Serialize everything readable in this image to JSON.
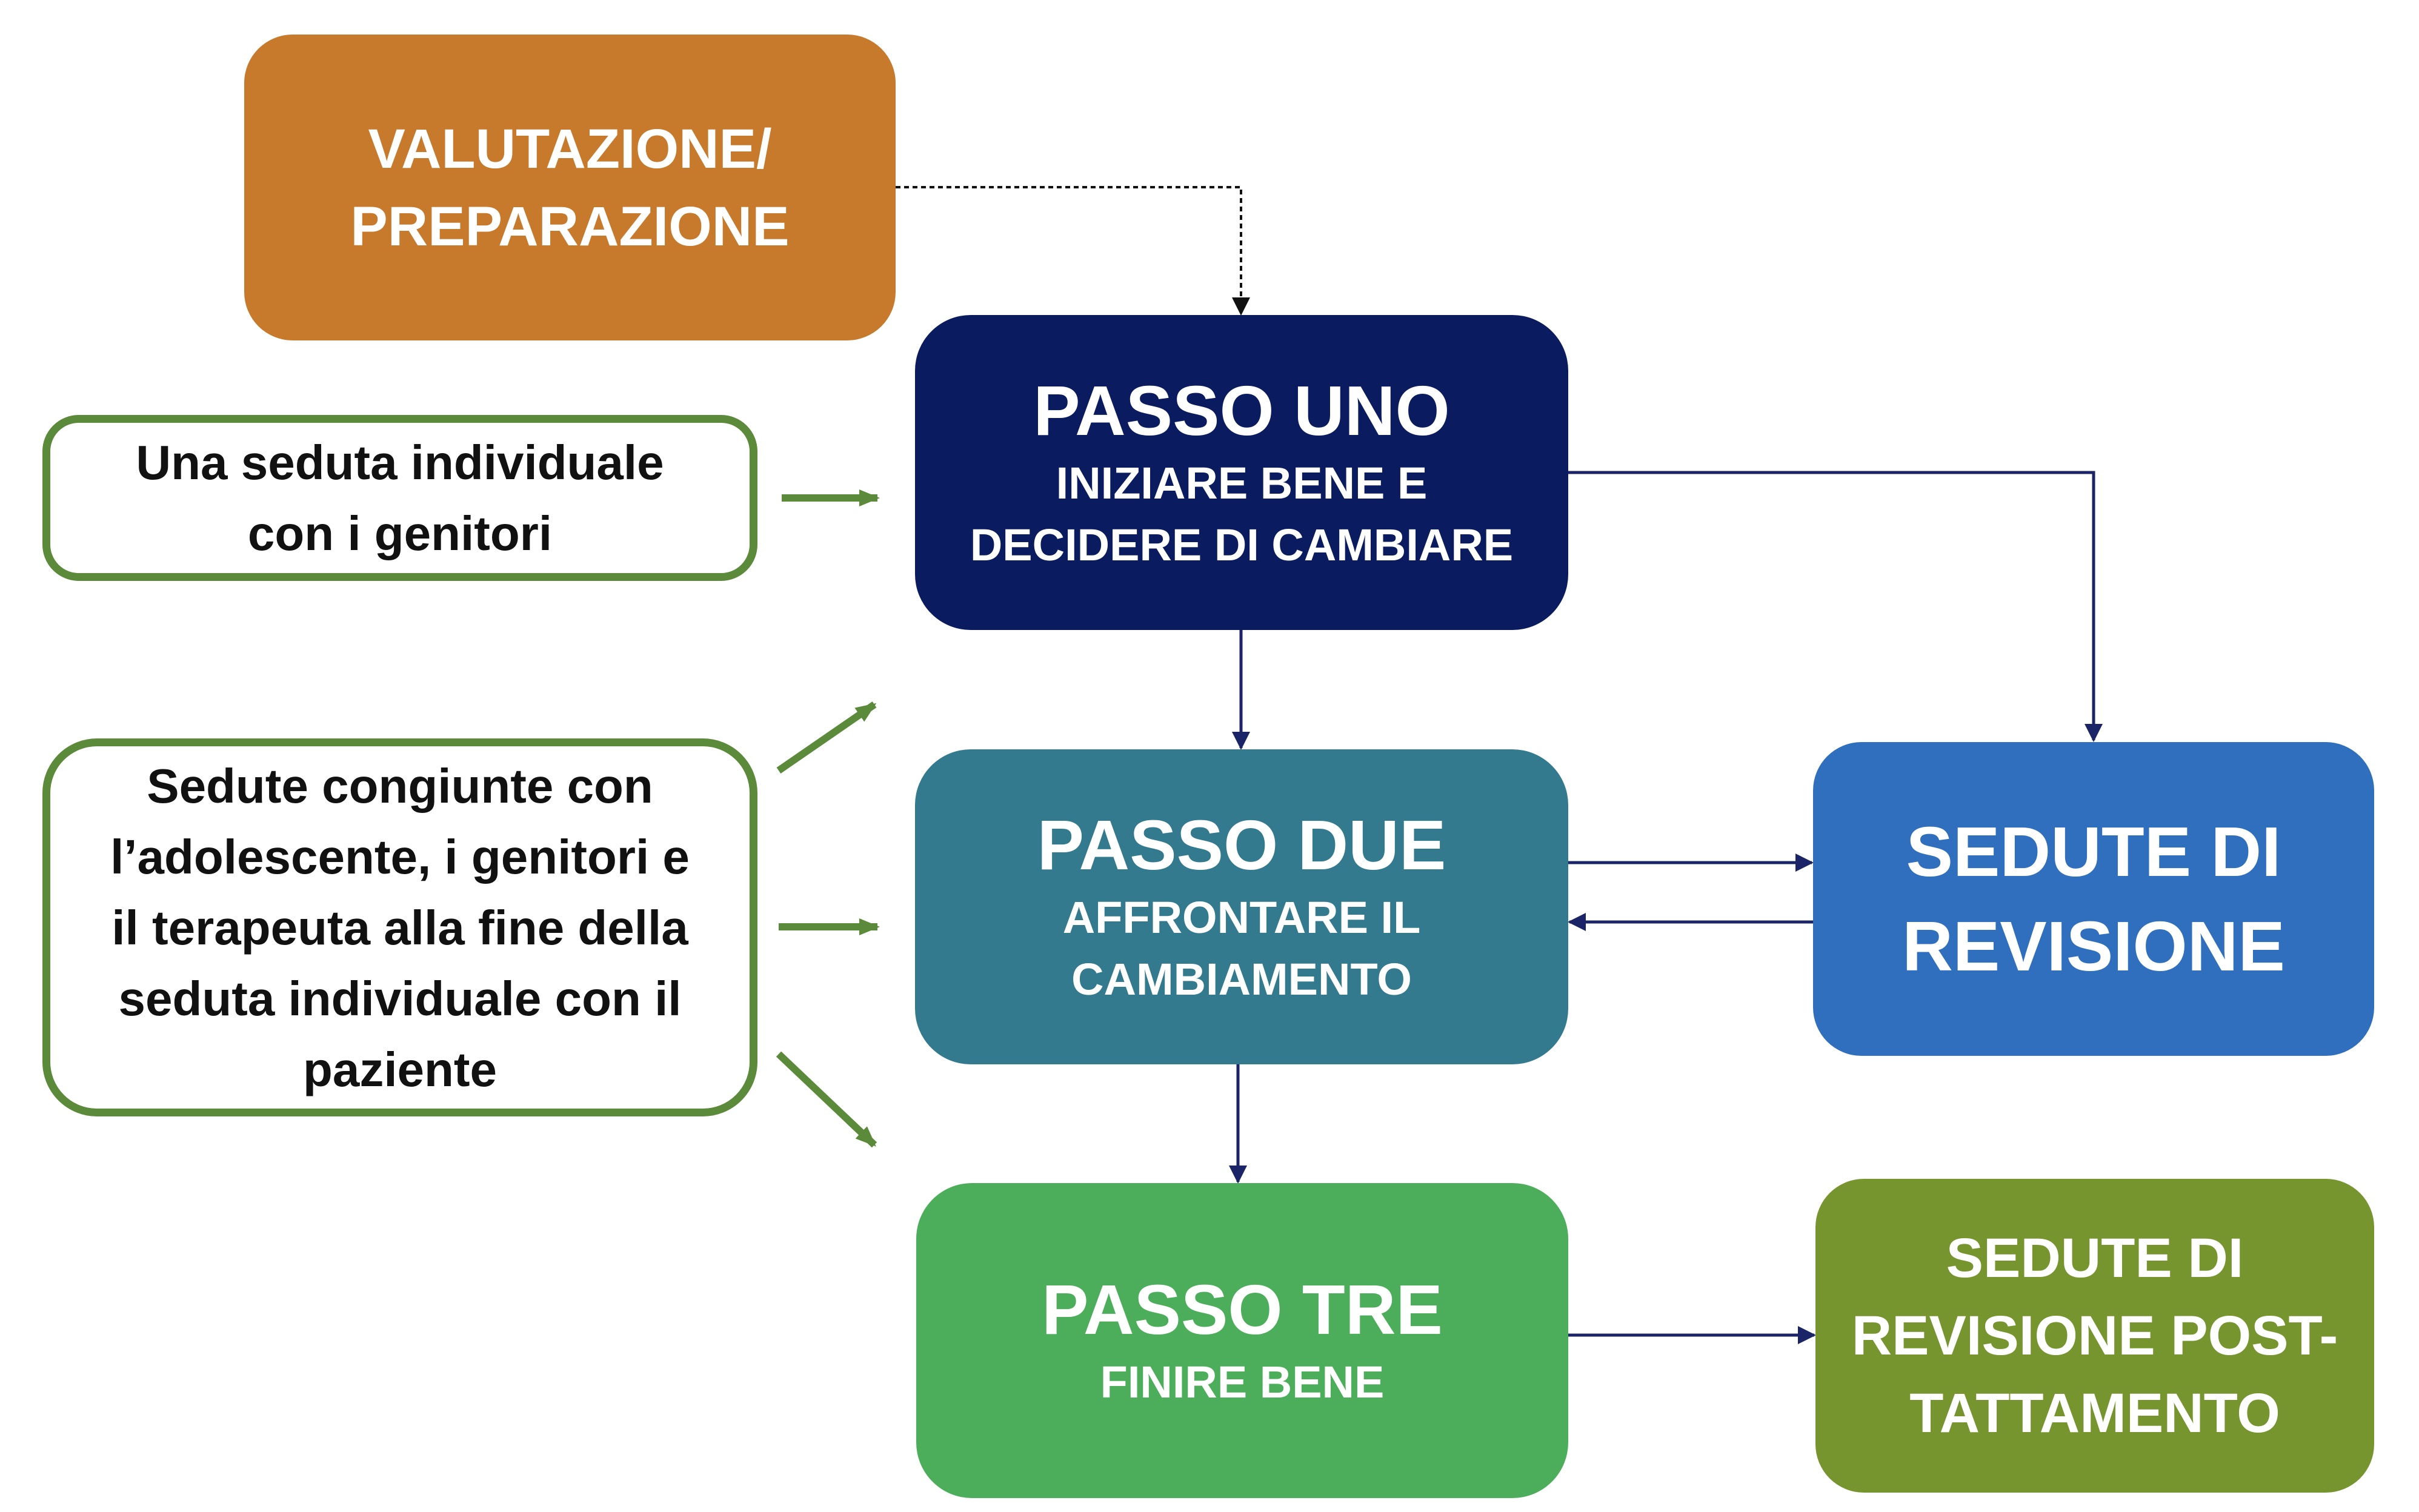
{
  "diagram": {
    "preparation": {
      "lines": [
        "VALUTAZIONE/",
        "PREPARAZIONE"
      ],
      "color": "#C77A2C"
    },
    "step_one": {
      "title": "PASSO UNO",
      "subtitle_lines": [
        "INIZIARE BENE E",
        "DECIDERE DI CAMBIARE"
      ],
      "color": "#0A1B5F"
    },
    "step_two": {
      "title": "PASSO DUE",
      "subtitle_lines": [
        "AFFRONTARE IL",
        "CAMBIAMENTO"
      ],
      "color": "#337A8F"
    },
    "step_three": {
      "title": "PASSO TRE",
      "subtitle_lines": [
        "FINIRE BENE"
      ],
      "color": "#4CAE5A"
    },
    "review_sessions": {
      "lines": [
        "SEDUTE DI",
        "REVISIONE"
      ],
      "color": "#2F6FBE"
    },
    "post_treatment_review": {
      "lines": [
        "SEDUTE DI",
        "REVISIONE POST-",
        "TATTAMENTO"
      ],
      "color": "#76952F"
    },
    "note_individual": {
      "lines": [
        "Una seduta individuale",
        "con i genitori"
      ]
    },
    "note_joint": {
      "lines": [
        "Sedute congiunte con",
        "l’adolescente, i genitori e",
        "il terapeuta alla fine della",
        "seduta individuale con il",
        "paziente"
      ]
    },
    "colors": {
      "note_border": "#5B8A3A",
      "note_arrow": "#5B8A3A",
      "connector": "#1A2466",
      "dotted_connector": "#000000"
    }
  }
}
